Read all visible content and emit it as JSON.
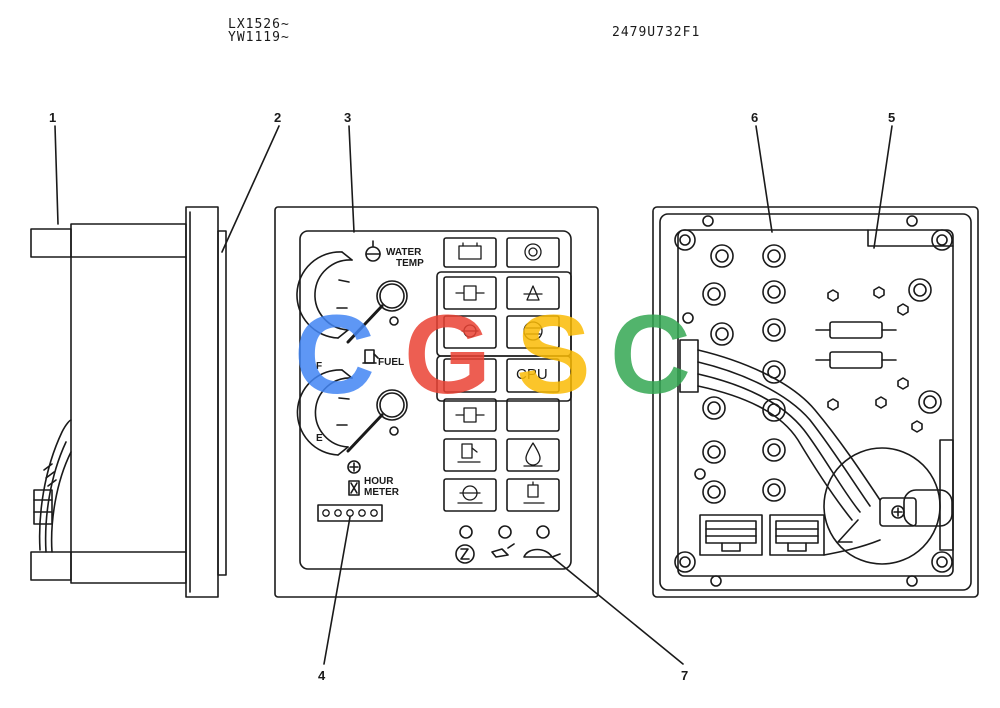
{
  "header": {
    "serial_line_1": "LX1526~",
    "serial_line_2": "YW1119~",
    "drawing_number": "2479U732F1"
  },
  "callouts": [
    "1",
    "2",
    "3",
    "4",
    "5",
    "6",
    "7"
  ],
  "panel": {
    "water_temp_line_1": "WATER",
    "water_temp_line_2": "TEMP",
    "fuel_label": "FUEL",
    "fuel_full": "F",
    "fuel_empty": "E",
    "hour_meter_line_1": "HOUR",
    "hour_meter_line_2": "METER",
    "hour_meter_digits": "00000",
    "cpu_label": "CPU"
  },
  "watermark": {
    "letters": [
      "C",
      "G",
      "S",
      "C"
    ],
    "colors": [
      "#4285f4",
      "#ea4335",
      "#fbbc05",
      "#34a853"
    ]
  }
}
